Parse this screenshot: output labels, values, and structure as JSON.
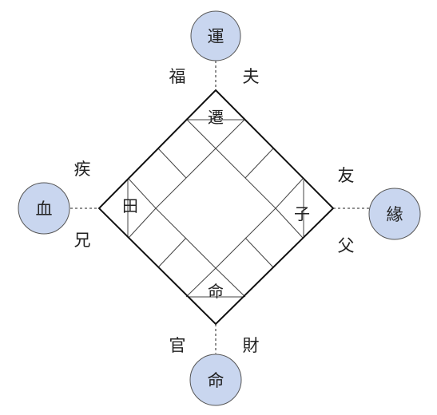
{
  "circles": {
    "top": "運",
    "left": "血",
    "right": "緣",
    "bottom": "命"
  },
  "cells": {
    "top": "遷",
    "left": "田",
    "right": "子",
    "bottom": "命"
  },
  "side_labels": {
    "top_left": "福",
    "top_right": "夫",
    "left_top": "疾",
    "left_bottom": "兄",
    "right_top": "友",
    "right_bottom": "父",
    "bottom_left": "官",
    "bottom_right": "財"
  },
  "colors": {
    "circle_fill": "#c9d6ef",
    "circle_stroke": "#555555",
    "line": "#222222",
    "grid_line": "#444444"
  }
}
